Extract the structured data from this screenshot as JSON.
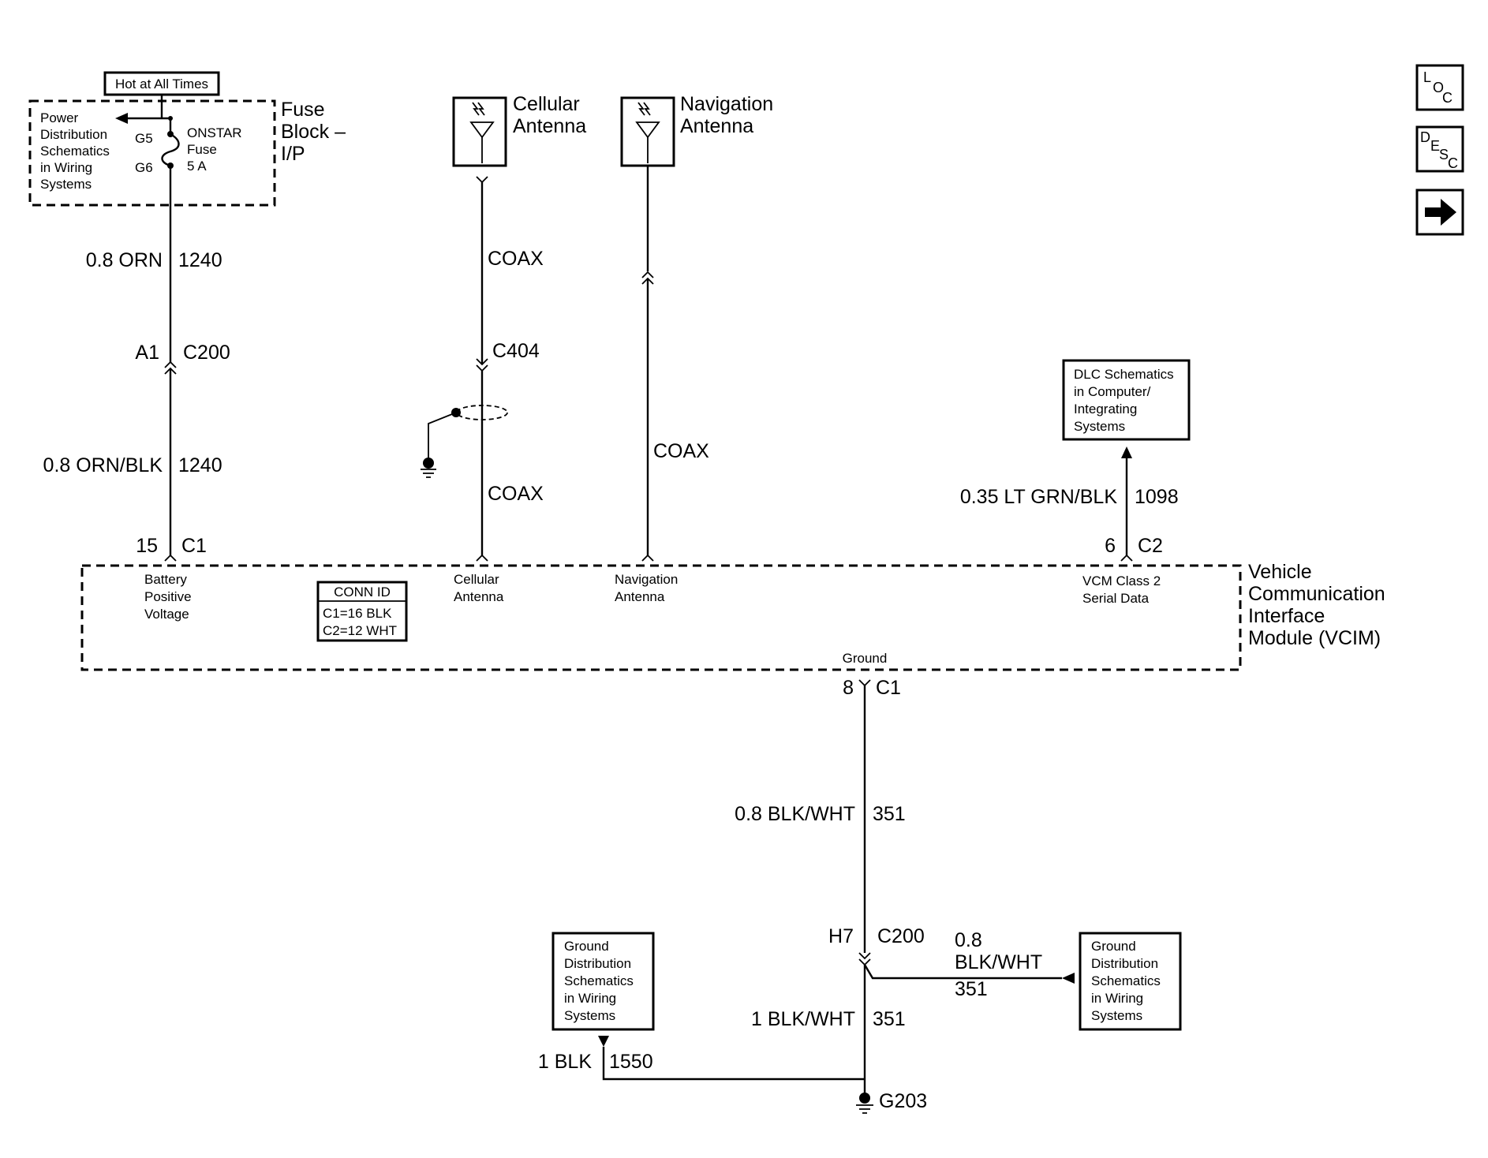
{
  "nav": {
    "loc": [
      "L",
      "O",
      "C"
    ],
    "desc": [
      "D",
      "E",
      "S",
      "C"
    ]
  },
  "fuse": {
    "hot_label": "Hot at All Times",
    "block_label": [
      "Fuse",
      "Block –",
      "I/P"
    ],
    "power_ref": [
      "Power",
      "Distribution",
      "Schematics",
      "in Wiring",
      "Systems"
    ],
    "pin_in": "G5",
    "pin_out": "G6",
    "fuse_name": [
      "ONSTAR",
      "Fuse",
      "5 A"
    ]
  },
  "wires": {
    "w1": {
      "gauge": "0.8 ORN",
      "circuit": "1240"
    },
    "c200_top": {
      "pin": "A1",
      "conn": "C200"
    },
    "w2": {
      "gauge": "0.8 ORN/BLK",
      "circuit": "1240"
    },
    "vcim_c1_top": {
      "pin": "15",
      "conn": "C1"
    },
    "cell_coax_1": "COAX",
    "c404": "C404",
    "cell_coax_2": "COAX",
    "nav_coax": "COAX",
    "w_data": {
      "gauge": "0.35 LT GRN/BLK",
      "circuit": "1098"
    },
    "vcim_c2": {
      "pin": "6",
      "conn": "C2"
    },
    "vcim_c1_bottom": {
      "pin": "8",
      "conn": "C1"
    },
    "w_gnd": {
      "gauge": "0.8 BLK/WHT",
      "circuit": "351"
    },
    "c200_bottom": {
      "pin": "H7",
      "conn": "C200"
    },
    "w_gnd_side": {
      "gauge": [
        "0.8",
        "BLK/WHT"
      ],
      "circuit": "351"
    },
    "w_gnd2": {
      "gauge": "1 BLK/WHT",
      "circuit": "351"
    },
    "w_gnd3": {
      "gauge": "1 BLK",
      "circuit": "1550"
    },
    "ground": "G203"
  },
  "antennas": {
    "cellular": [
      "Cellular",
      "Antenna"
    ],
    "navigation": [
      "Navigation",
      "Antenna"
    ]
  },
  "dlc_ref": [
    "DLC Schematics",
    "in Computer/",
    "Integrating",
    "Systems"
  ],
  "vcim": {
    "title": [
      "Vehicle",
      "Communication",
      "Interface",
      "Module (VCIM)"
    ],
    "battery": [
      "Battery",
      "Positive",
      "Voltage"
    ],
    "cellular": [
      "Cellular",
      "Antenna"
    ],
    "navigation": [
      "Navigation",
      "Antenna"
    ],
    "serial": [
      "VCM Class 2",
      "Serial Data"
    ],
    "ground": "Ground",
    "conn_id": {
      "title": "CONN ID",
      "c1": "C1=16 BLK",
      "c2": "C2=12 WHT"
    }
  },
  "ground_ref_left": [
    "Ground",
    "Distribution",
    "Schematics",
    "in Wiring",
    "Systems"
  ],
  "ground_ref_right": [
    "Ground",
    "Distribution",
    "Schematics",
    "in Wiring",
    "Systems"
  ]
}
